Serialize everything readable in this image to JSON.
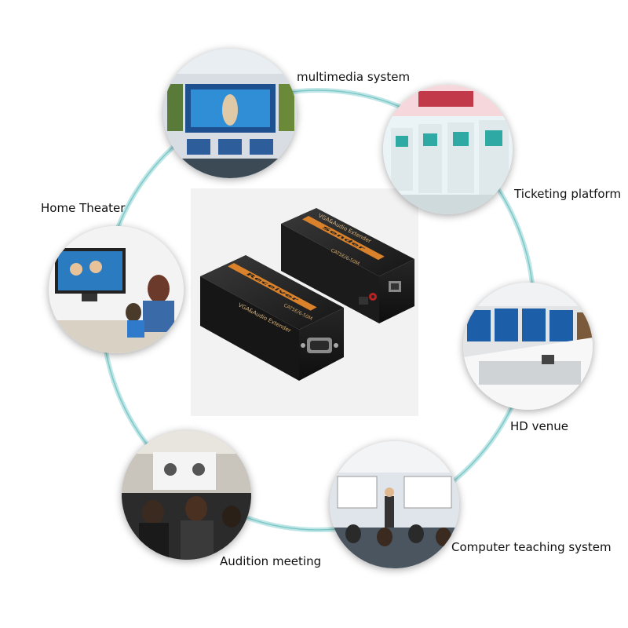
{
  "labels": {
    "multimedia": "multimedia system",
    "ticketing": "Ticketing platform",
    "home_theater": "Home Theater",
    "hd_venue": "HD venue",
    "audition": "Audition meeting",
    "teaching": "Computer teaching system"
  },
  "product": {
    "sender_title": "VGA&Audio Extender",
    "sender_badge": "Sender",
    "sender_sub": "CAT5E/6-50M",
    "receiver_title": "VGA&Audio Extender",
    "receiver_badge": "Receiver",
    "receiver_sub": "CAT5E/6-50M"
  },
  "colors": {
    "ring": "#7ec8c9",
    "ring_light": "#bfe6e6",
    "badge_orange": "#d9822b",
    "device_body": "#1f1f1f"
  }
}
